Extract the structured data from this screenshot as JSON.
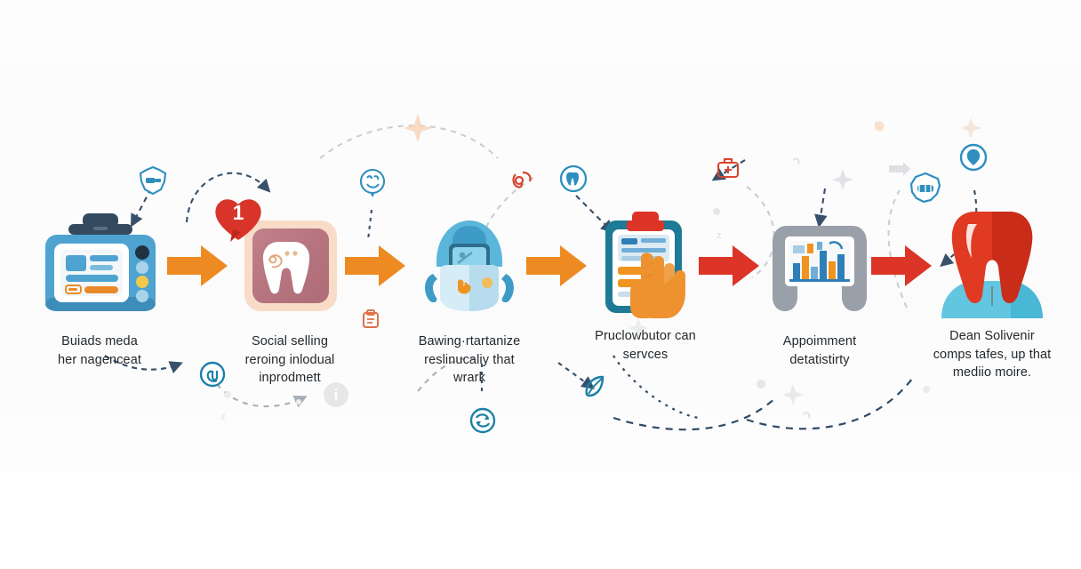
{
  "diagram": {
    "title_visible": false,
    "background_color": "#fcfcfc",
    "arrow_colors": {
      "orange": "#ED8A22",
      "red": "#DC3527"
    },
    "steps": [
      {
        "id": "step-1",
        "icon_name": "medical-monitor-device-icon",
        "label": "Buiads meda\nher nagenceat",
        "badge": null,
        "colors": {
          "body": "#4FA3D1",
          "screen": "#ffffff",
          "accent": "#E98B2B",
          "handle": "#34495E"
        }
      },
      {
        "id": "step-2",
        "icon_name": "tooth-card-icon",
        "label": "Social selling\nreroing inlodual\ninprodmett",
        "badge": {
          "name": "heart-count-badge",
          "value": "1",
          "color": "#D8342A"
        },
        "colors": {
          "body": "#B9747F",
          "frame": "#F6D9C8",
          "tooth": "#ffffff"
        }
      },
      {
        "id": "step-3",
        "icon_name": "robot-assistant-icon",
        "label": "Bawing·rtartanize\nreslinucaliy that\nwrark",
        "badge": null,
        "colors": {
          "body": "#BFE2F2",
          "head": "#5BB6DC",
          "screen": "#3A7E9E",
          "emblem": "#E98B2B"
        }
      },
      {
        "id": "step-4",
        "icon_name": "clipboard-form-hand-icon",
        "label": "Pruclowbutor can\nservces",
        "badge": null,
        "colors": {
          "board": "#1E7A96",
          "clip": "#DC3527",
          "hand": "#EE9230",
          "paper": "#ffffff"
        }
      },
      {
        "id": "step-5",
        "icon_name": "tooth-chart-panel-icon",
        "label": "Appoimment\ndetatistirty",
        "badge": null,
        "colors": {
          "frame": "#9AA0AA",
          "screen": "#ffffff",
          "bar_blue": "#2E7FB8",
          "bar_orange": "#EF9421"
        }
      },
      {
        "id": "step-6",
        "icon_name": "red-tooth-gum-icon",
        "label": "Dean Solivenir\ncomps tafes, up that\nmediio moire.",
        "badge": null,
        "colors": {
          "tooth": "#E03A22",
          "gum": "#62C6E0"
        }
      }
    ],
    "arrows": [
      {
        "id": "arrow-1",
        "name": "flow-arrow-orange-1",
        "color_key": "orange"
      },
      {
        "id": "arrow-2",
        "name": "flow-arrow-orange-2",
        "color_key": "orange"
      },
      {
        "id": "arrow-3",
        "name": "flow-arrow-orange-3",
        "color_key": "orange"
      },
      {
        "id": "arrow-4",
        "name": "flow-arrow-red-1",
        "color_key": "red"
      },
      {
        "id": "arrow-5",
        "name": "flow-arrow-red-2",
        "color_key": "red"
      }
    ],
    "decorations": {
      "badges": [
        {
          "name": "tooth-brush-badge-icon",
          "color": "#2E8FBE"
        },
        {
          "name": "face-smile-badge-icon",
          "color": "#2E8FBE"
        },
        {
          "name": "tooth-circle-badge-icon",
          "color": "#2E8FBE"
        },
        {
          "name": "tooth-extraction-badge-icon",
          "color": "#D8452F"
        },
        {
          "name": "molar-cloud-badge-icon",
          "color": "#2E8FBE"
        },
        {
          "name": "location-pin-badge-icon",
          "color": "#2E8FBE"
        },
        {
          "name": "at-sign-badge-icon",
          "color": "#1C7FA8"
        },
        {
          "name": "refresh-badge-icon",
          "color": "#1C7FA8"
        },
        {
          "name": "leaf-badge-icon",
          "color": "#1C7FA8"
        },
        {
          "name": "first-aid-kit-badge-icon",
          "color": "#D8452F"
        },
        {
          "name": "clipboard-small-badge-icon",
          "color": "#E0714B"
        }
      ],
      "info_marker": {
        "name": "info-circle-icon",
        "glyph": "i"
      },
      "sparkles": [
        {
          "name": "sparkle-icon-peach",
          "color": "#F6D2B6"
        },
        {
          "name": "sparkle-icon-grey",
          "color": "#DEE0E3"
        },
        {
          "name": "sparkle-icon-grey-2",
          "color": "#E3E5E8"
        }
      ],
      "connector_style": "dashed-curved-arrow",
      "connector_color": "#3F5B7A"
    }
  }
}
